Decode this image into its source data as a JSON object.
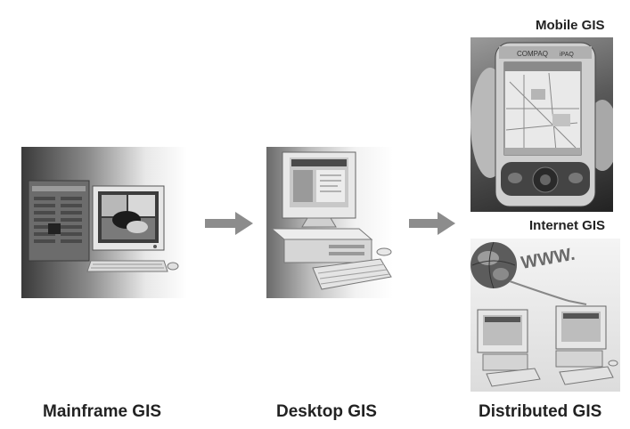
{
  "stages": {
    "mainframe": {
      "caption": "Mainframe GIS"
    },
    "desktop": {
      "caption": "Desktop GIS"
    },
    "distributed": {
      "caption": "Distributed GIS",
      "mobile_caption": "Mobile GIS",
      "internet_caption": "Internet GIS"
    }
  },
  "device_labels": {
    "pda_brand": "COMPAQ",
    "pda_model": "iPAQ",
    "www_text": "WWW."
  },
  "icons": [
    "mainframe-computer-icon",
    "desktop-computer-icon",
    "pda-icon",
    "globe-icon",
    "networked-computers-icon",
    "right-arrow-icon"
  ],
  "colors": {
    "arrow": "#8c8c8c",
    "caption": "#222222"
  }
}
